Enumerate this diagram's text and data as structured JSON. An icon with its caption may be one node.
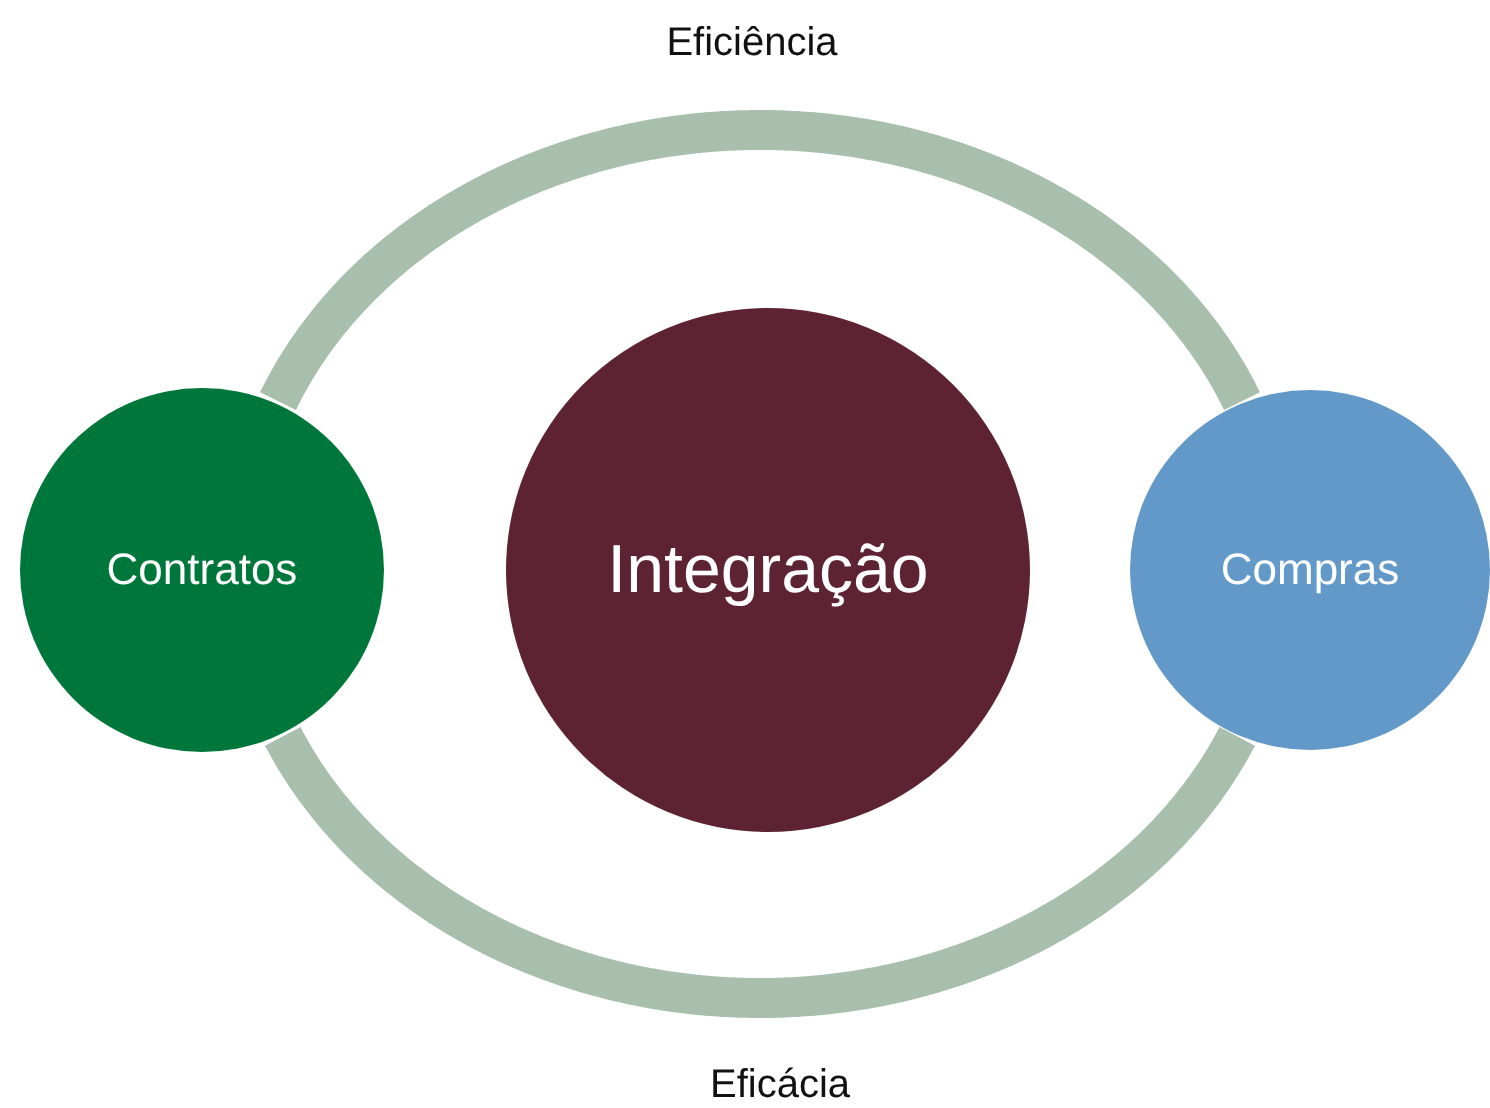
{
  "diagram": {
    "nodes": [
      {
        "text": [
          "Contratos"
        ]
      },
      {
        "text": [
          "Integração"
        ]
      },
      {
        "text": [
          "Compras"
        ]
      }
    ],
    "edges": [
      {
        "from": 0,
        "to": 2,
        "arrow": "none",
        "label": "Eficiência"
      },
      {
        "from": 0,
        "to": 2,
        "arrow": "none",
        "label": "Eficácia"
      }
    ]
  }
}
